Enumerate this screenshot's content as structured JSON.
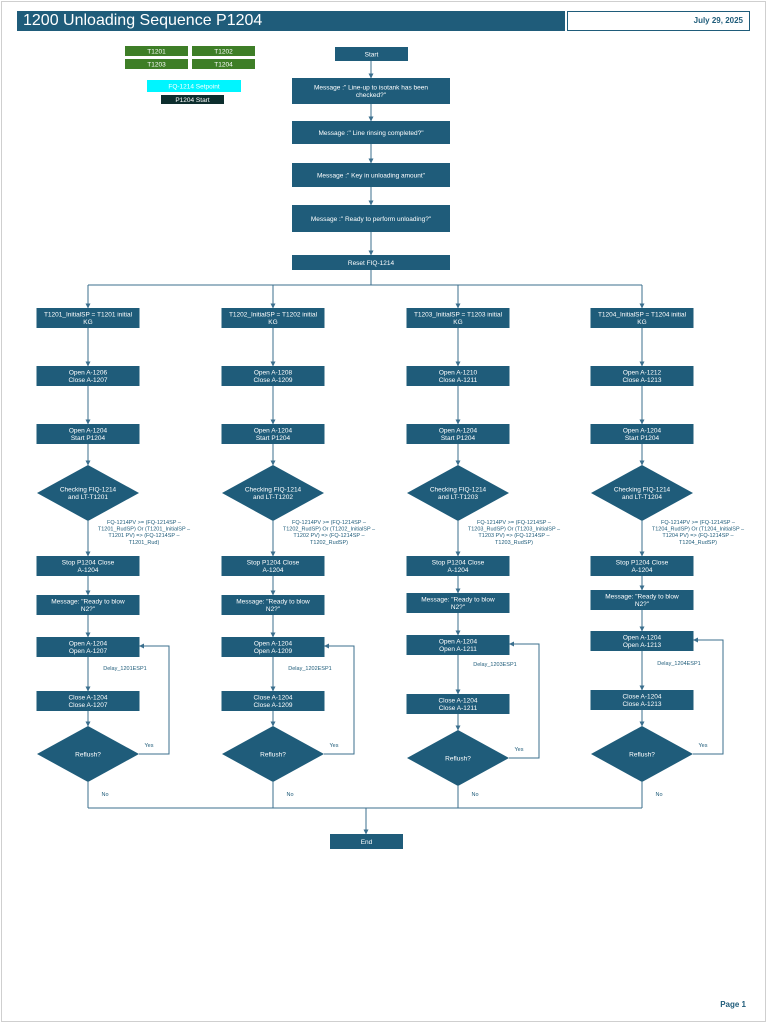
{
  "header": {
    "title": "1200 Unloading Sequence P1204",
    "date": "July 29, 2025"
  },
  "footer": {
    "page": "Page 1"
  },
  "legend": {
    "tanks": [
      "T1201",
      "T1202",
      "T1203",
      "T1204"
    ],
    "setpoint": "FQ-1214 Setpoint",
    "pump_start": "P1204 Start"
  },
  "colors": {
    "primary": "#1f5c7a",
    "tank_green": "#3e7e27",
    "setpoint_cyan": "#00f5ff",
    "pump_dark": "#0d2e2e",
    "connector": "#3b6f8e"
  },
  "flow": {
    "start": "Start",
    "messages": [
      "Message :\" Line-up to isotank has been checked?\"",
      "Message :\" Line rinsing completed?\"",
      "Message :\" Key in unloading amount\"",
      "Message :\" Ready to perform unloading?\""
    ],
    "reset": "Reset FIQ-1214",
    "end": "End"
  },
  "branches": [
    {
      "init": "T1201_InitialSP = T1201 initial KG",
      "valves": "Open A-1206 Close A-1207",
      "pump": "Open A-1204 Start P1204",
      "check": "Checking FIQ-1214 and LT-T1201",
      "condition": "FQ-1214PV >= (FQ-1214SP – T1201_RudSP) Or (T1201_InitialSP – T1201 PV) => (FQ-1214SP – T1201_Rud)",
      "stop": "Stop P1204 Close A-1204",
      "blow_msg": "Message: \"Ready to blow N2?\"",
      "open_n2": "Open A-1204 Open A-1207",
      "delay": "Delay_1201ESP1",
      "close_n2": "Close A-1204 Close A-1207",
      "reflush": "Reflush?",
      "yes": "Yes",
      "no": "No"
    },
    {
      "init": "T1202_InitialSP = T1202 initial KG",
      "valves": "Open A-1208 Close A-1209",
      "pump": "Open A-1204 Start P1204",
      "check": "Checking FIQ-1214 and LT-T1202",
      "condition": "FQ-1214PV >= (FQ-1214SP – T1202_RudSP) Or (T1202_InitialSP – T1202 PV) => (FQ-1214SP – T1202_RudSP)",
      "stop": "Stop P1204 Close A-1204",
      "blow_msg": "Message: \"Ready to blow N2?\"",
      "open_n2": "Open A-1204 Open A-1209",
      "delay": "Delay_1202ESP1",
      "close_n2": "Close A-1204 Close A-1209",
      "reflush": "Reflush?",
      "yes": "Yes",
      "no": "No"
    },
    {
      "init": "T1203_InitialSP = T1203 initial KG",
      "valves": "Open A-1210 Close A-1211",
      "pump": "Open A-1204 Start P1204",
      "check": "Checking FIQ-1214 and LT-T1203",
      "condition": "FQ-1214PV >= (FQ-1214SP – T1203_RudSP) Or (T1203_InitialSP – T1203 PV) => (FQ-1214SP – T1203_RudSP)",
      "stop": "Stop P1204 Close A-1204",
      "blow_msg": "Message: \"Ready to blow N2?\"",
      "open_n2": "Open A-1204 Open A-1211",
      "delay": "Delay_1203ESP1",
      "close_n2": "Close A-1204 Close A-1211",
      "reflush": "Reflush?",
      "yes": "Yes",
      "no": "No"
    },
    {
      "init": "T1204_InitialSP = T1204 initial KG",
      "valves": "Open A-1212 Close A-1213",
      "pump": "Open A-1204 Start P1204",
      "check": "Checking FIQ-1214 and LT-T1204",
      "condition": "FQ-1214PV >= (FQ-1214SP – T1204_RudSP) Or (T1204_InitialSP – T1204 PV) => (FQ-1214SP – T1204_RudSP)",
      "stop": "Stop P1204 Close A-1204",
      "blow_msg": "Message: \"Ready to blow N2?\"",
      "open_n2": "Open A-1204 Open A-1213",
      "delay": "Delay_1204ESP1",
      "close_n2": "Close A-1204 Close A-1213",
      "reflush": "Reflush?",
      "yes": "Yes",
      "no": "No"
    }
  ]
}
